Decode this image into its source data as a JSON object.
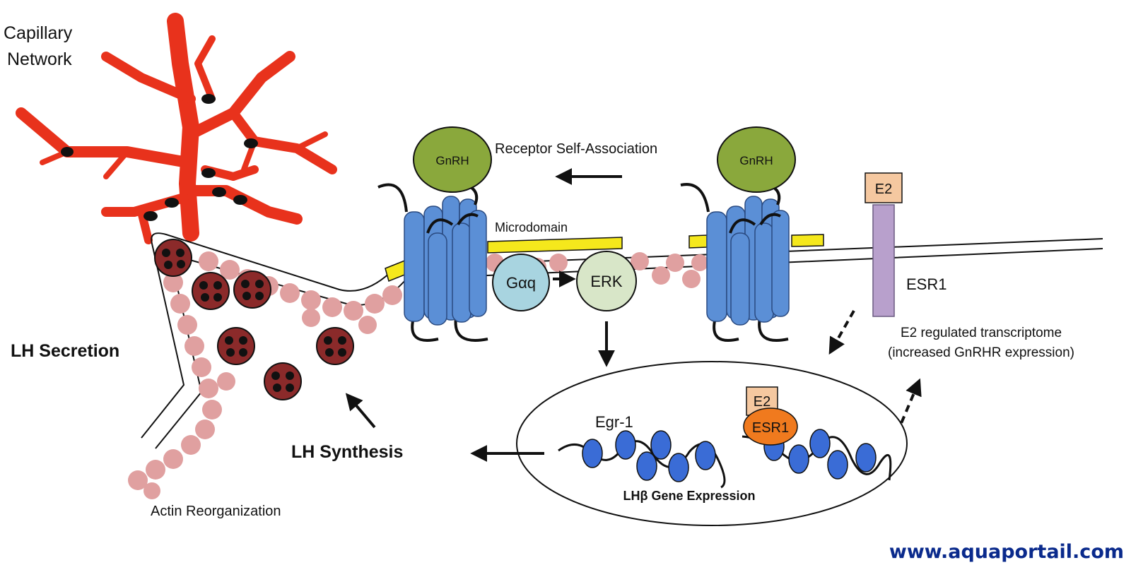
{
  "labels": {
    "capillary_line1": "Capillary",
    "capillary_line2": "Network",
    "lh_secretion": "LH Secretion",
    "lh_synthesis": "LH Synthesis",
    "actin": "Actin Reorganization",
    "receptor_self_association": "Receptor Self-Association",
    "microdomain": "Microdomain",
    "gnrh_left": "GnRH",
    "gnrh_right": "GnRH",
    "gaq": "Gαq",
    "erk": "ERK",
    "e2_membrane": "E2",
    "esr1_membrane": "ESR1",
    "transcriptome_line1": "E2 regulated transcriptome",
    "transcriptome_line2": "(increased GnRHR expression)",
    "egr1": "Egr-1",
    "e2_nucleus": "E2",
    "esr1_nucleus": "ESR1",
    "lhb_gene": "LHβ Gene Expression"
  },
  "watermark": "www.aquaportail.com",
  "colors": {
    "capillary": "#e8321c",
    "vesicle_fill": "#8b2a2a",
    "actin_bead": "#e0a0a0",
    "receptor": "#5b8fd6",
    "gnrh": "#8aa83c",
    "microdomain": "#f5e81c",
    "gaq": "#a8d4e0",
    "erk": "#d8e6c8",
    "e2_box": "#f5c8a0",
    "esr1_bar": "#b8a0cc",
    "esr1_nucleus": "#f07a1e",
    "watermark": "#0a2a8c"
  }
}
